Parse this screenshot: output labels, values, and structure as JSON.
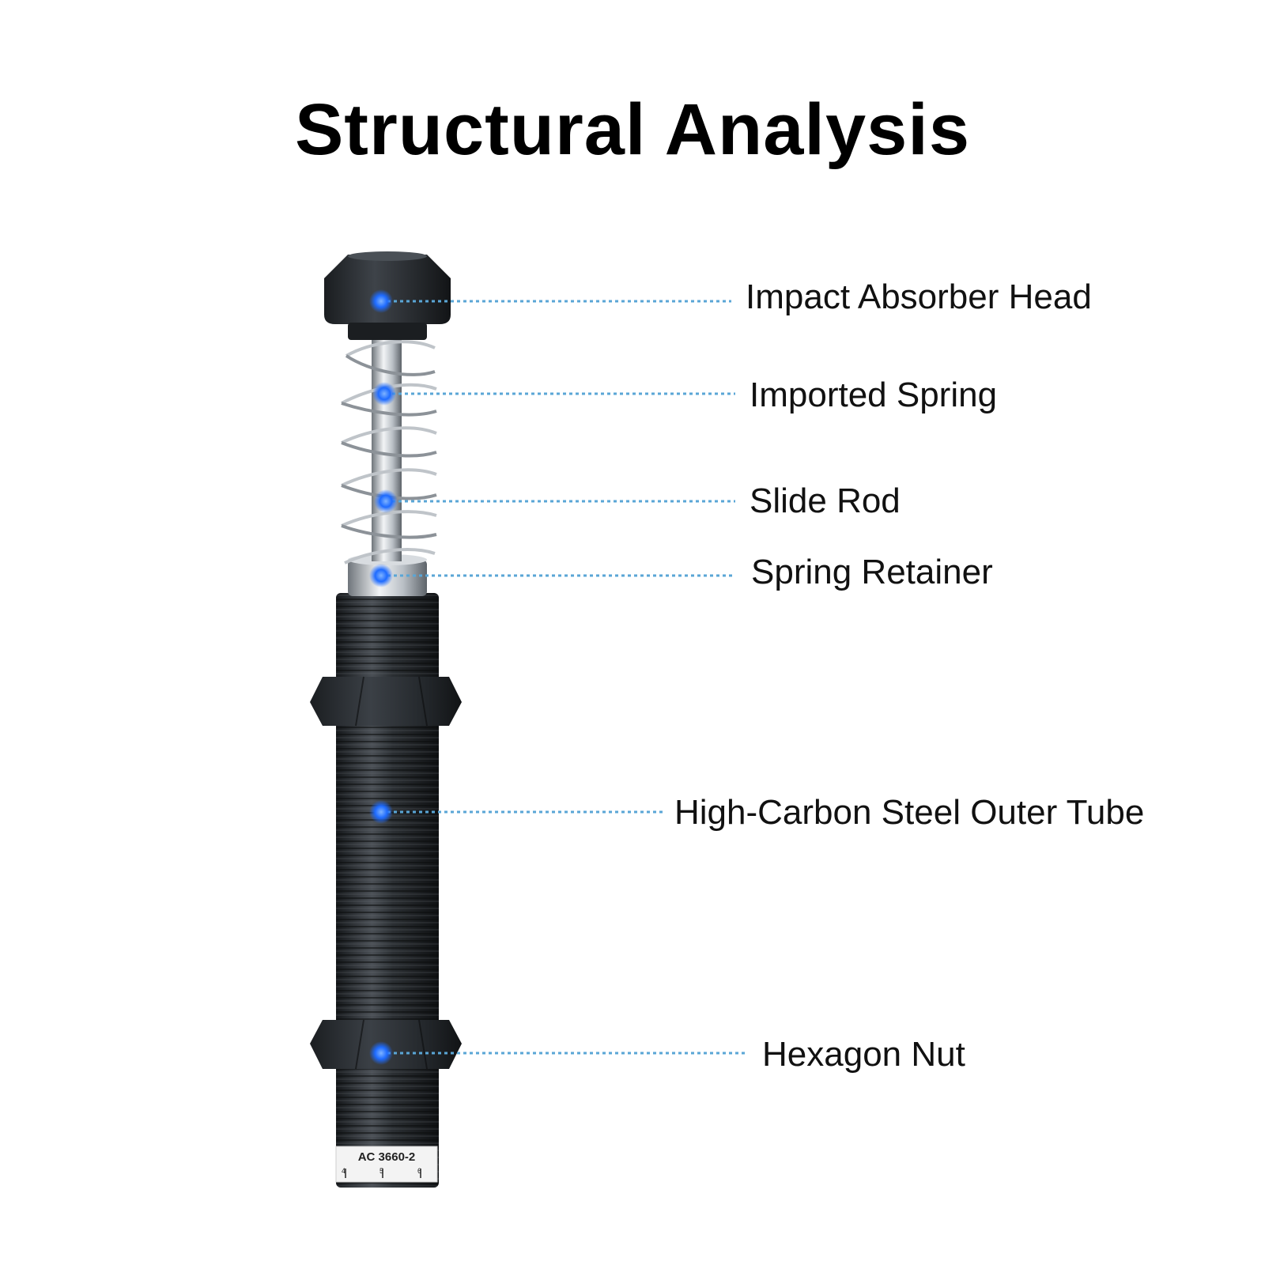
{
  "title": "Structural Analysis",
  "colors": {
    "background": "#ffffff",
    "marker": "#1e6bff",
    "leader_line": "#5aa6d6",
    "metal_dark": "#222629",
    "steel": "#c9ced3"
  },
  "parts": [
    {
      "id": "impact-absorber-head",
      "label": "Impact Absorber Head"
    },
    {
      "id": "imported-spring",
      "label": "Imported Spring"
    },
    {
      "id": "slide-rod",
      "label": "Slide Rod"
    },
    {
      "id": "spring-retainer",
      "label": "Spring Retainer"
    },
    {
      "id": "high-carbon-steel-outer-tube",
      "label": "High-Carbon Steel Outer Tube"
    },
    {
      "id": "hexagon-nut",
      "label": "Hexagon Nut"
    }
  ],
  "product_label": {
    "model": "AC 3660-2",
    "scale_ticks": [
      "4",
      "5",
      "6"
    ]
  }
}
